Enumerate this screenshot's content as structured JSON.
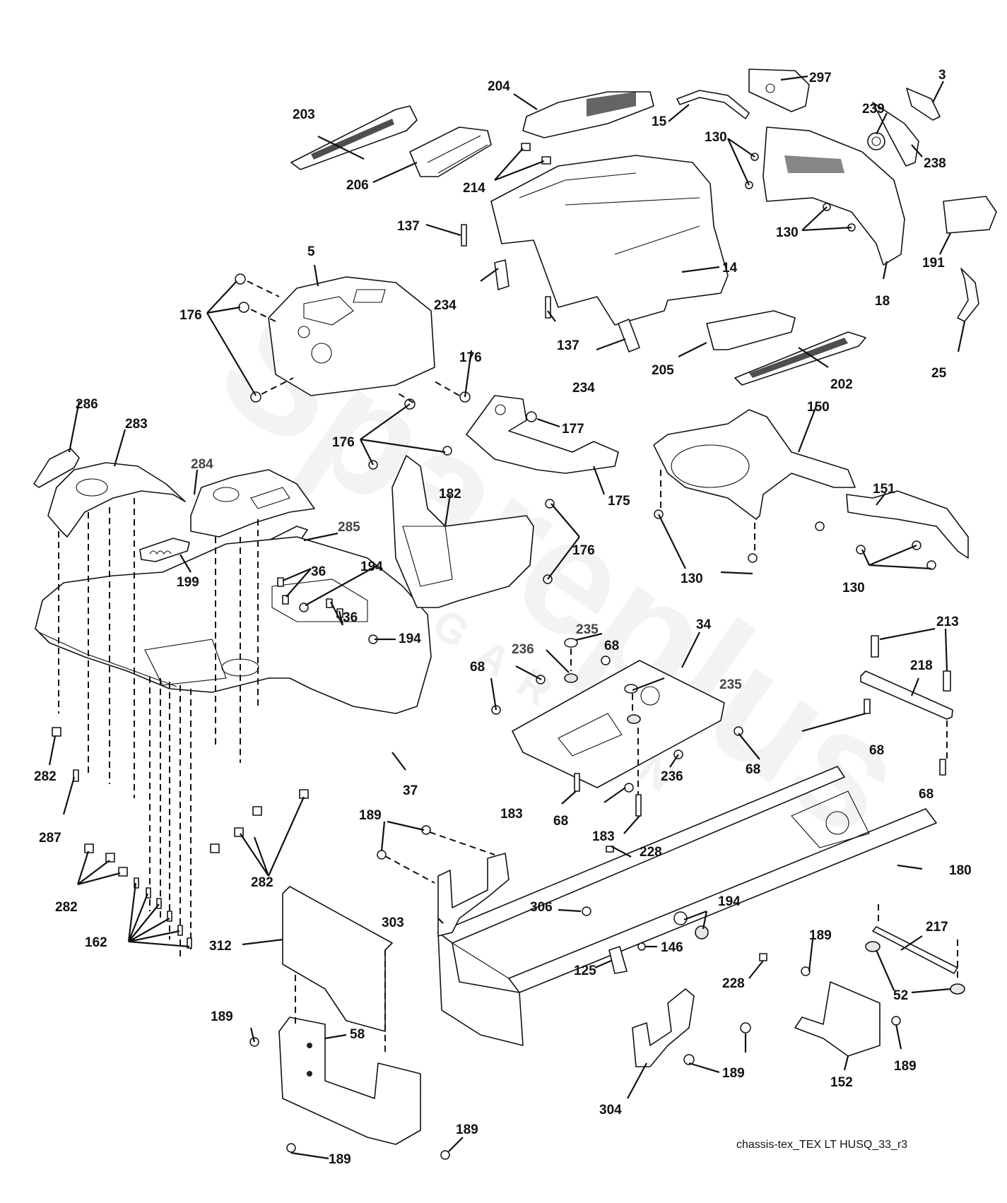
{
  "diagram": {
    "title": "chassis-tex_TEX LT HUSQ_33_r3",
    "watermark": "Spareplus",
    "watermark_sub": "GARDEN",
    "part_labels": [
      {
        "id": "l-203",
        "text": "203"
      },
      {
        "id": "l-204",
        "text": "204"
      },
      {
        "id": "l-297",
        "text": "297"
      },
      {
        "id": "l-3",
        "text": "3"
      },
      {
        "id": "l-15",
        "text": "15"
      },
      {
        "id": "l-239",
        "text": "239"
      },
      {
        "id": "l-130a",
        "text": "130"
      },
      {
        "id": "l-238",
        "text": "238"
      },
      {
        "id": "l-206",
        "text": "206"
      },
      {
        "id": "l-214",
        "text": "214"
      },
      {
        "id": "l-130b",
        "text": "130"
      },
      {
        "id": "l-137a",
        "text": "137"
      },
      {
        "id": "l-191",
        "text": "191"
      },
      {
        "id": "l-5",
        "text": "5"
      },
      {
        "id": "l-14",
        "text": "14"
      },
      {
        "id": "l-18",
        "text": "18"
      },
      {
        "id": "l-234a",
        "text": "234"
      },
      {
        "id": "l-176a",
        "text": "176"
      },
      {
        "id": "l-137b",
        "text": "137"
      },
      {
        "id": "l-25",
        "text": "25"
      },
      {
        "id": "l-176b",
        "text": "176"
      },
      {
        "id": "l-234b",
        "text": "234"
      },
      {
        "id": "l-205",
        "text": "205"
      },
      {
        "id": "l-202",
        "text": "202"
      },
      {
        "id": "l-286",
        "text": "286"
      },
      {
        "id": "l-150",
        "text": "150"
      },
      {
        "id": "l-283",
        "text": "283"
      },
      {
        "id": "l-177",
        "text": "177"
      },
      {
        "id": "l-176c",
        "text": "176"
      },
      {
        "id": "l-284",
        "text": "284"
      },
      {
        "id": "l-182",
        "text": "182"
      },
      {
        "id": "l-151",
        "text": "151"
      },
      {
        "id": "l-175",
        "text": "175"
      },
      {
        "id": "l-285",
        "text": "285"
      },
      {
        "id": "l-176d",
        "text": "176"
      },
      {
        "id": "l-130c",
        "text": "130"
      },
      {
        "id": "l-130d",
        "text": "130"
      },
      {
        "id": "l-199",
        "text": "199"
      },
      {
        "id": "l-36a",
        "text": "36"
      },
      {
        "id": "l-194a",
        "text": "194"
      },
      {
        "id": "l-36b",
        "text": "36"
      },
      {
        "id": "l-194b",
        "text": "194"
      },
      {
        "id": "l-235a",
        "text": "235"
      },
      {
        "id": "l-34",
        "text": "34"
      },
      {
        "id": "l-213",
        "text": "213"
      },
      {
        "id": "l-236a",
        "text": "236"
      },
      {
        "id": "l-68a",
        "text": "68"
      },
      {
        "id": "l-68b",
        "text": "68"
      },
      {
        "id": "l-218",
        "text": "218"
      },
      {
        "id": "l-235b",
        "text": "235"
      },
      {
        "id": "l-68c",
        "text": "68"
      },
      {
        "id": "l-68d",
        "text": "68"
      },
      {
        "id": "l-236b",
        "text": "236"
      },
      {
        "id": "l-282a",
        "text": "282"
      },
      {
        "id": "l-37",
        "text": "37"
      },
      {
        "id": "l-68e",
        "text": "68"
      },
      {
        "id": "l-183a",
        "text": "183"
      },
      {
        "id": "l-68f",
        "text": "68"
      },
      {
        "id": "l-287",
        "text": "287"
      },
      {
        "id": "l-183b",
        "text": "183"
      },
      {
        "id": "l-189a",
        "text": "189"
      },
      {
        "id": "l-228a",
        "text": "228"
      },
      {
        "id": "l-180",
        "text": "180"
      },
      {
        "id": "l-282b",
        "text": "282"
      },
      {
        "id": "l-282c",
        "text": "282"
      },
      {
        "id": "l-306",
        "text": "306"
      },
      {
        "id": "l-194c",
        "text": "194"
      },
      {
        "id": "l-303",
        "text": "303"
      },
      {
        "id": "l-217",
        "text": "217"
      },
      {
        "id": "l-162",
        "text": "162"
      },
      {
        "id": "l-146",
        "text": "146"
      },
      {
        "id": "l-189b",
        "text": "189"
      },
      {
        "id": "l-312",
        "text": "312"
      },
      {
        "id": "l-125",
        "text": "125"
      },
      {
        "id": "l-52",
        "text": "52"
      },
      {
        "id": "l-228b",
        "text": "228"
      },
      {
        "id": "l-189c",
        "text": "189"
      },
      {
        "id": "l-58",
        "text": "58"
      },
      {
        "id": "l-189d",
        "text": "189"
      },
      {
        "id": "l-152",
        "text": "152"
      },
      {
        "id": "l-189e",
        "text": "189"
      },
      {
        "id": "l-304",
        "text": "304"
      },
      {
        "id": "l-189f",
        "text": "189"
      },
      {
        "id": "l-189g",
        "text": "189"
      }
    ]
  }
}
